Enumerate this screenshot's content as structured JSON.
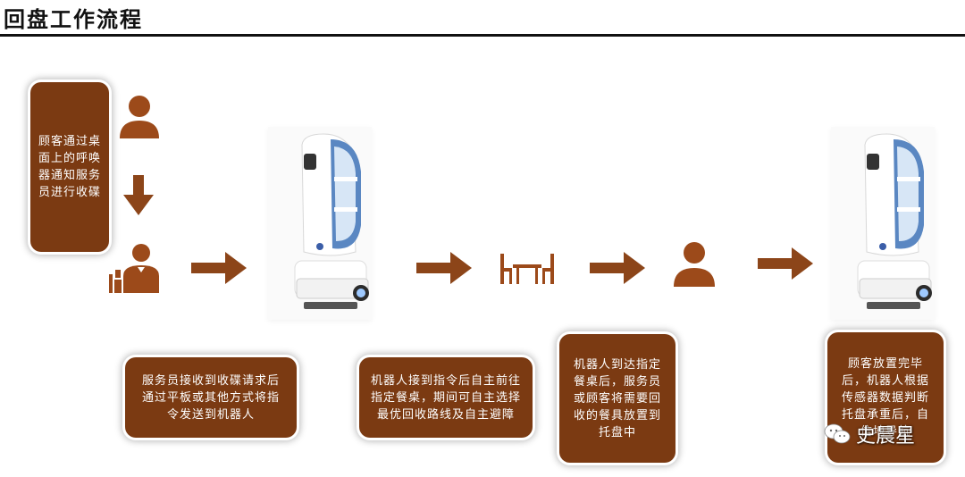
{
  "title": "回盘工作流程",
  "boxes": {
    "step1": "顾客通过桌面上的呼唤器通知服务员进行收碟",
    "step2": "服务员接收到收碟请求后通过平板或其他方式将指令发送到机器人",
    "step3": "机器人接到指令后自主前往指定餐桌，期间可自主选择最优回收路线及自主避障",
    "step4": "机器人到达指定餐桌后，服务员或顾客将需要回收的餐具放置到托盘中",
    "step5": "顾客放置完毕后，机器人根据传感器数据判断托盘承重后，自信地导航"
  },
  "watermark": "史晨星",
  "colors": {
    "box": "#7b3a12",
    "icon": "#9c4a1a",
    "arrow": "#8c4519"
  },
  "icons": [
    "person-icon",
    "down-arrow-icon",
    "waiter-icon",
    "robot-image",
    "table-chairs-icon",
    "person-icon",
    "robot-image",
    "wechat-icon"
  ]
}
